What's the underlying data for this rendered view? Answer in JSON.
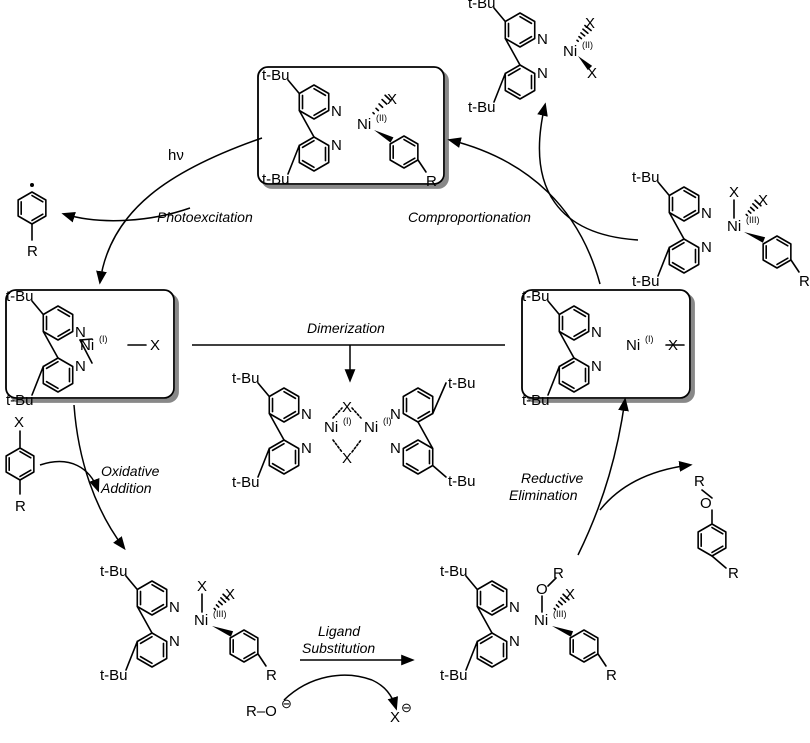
{
  "labels": {
    "tbu": "t-Bu",
    "n": "N",
    "x": "X",
    "r": "R",
    "o": "O",
    "ni": "Ni",
    "ox1": "(I)",
    "ox2": "(II)",
    "ox3": "(III)",
    "hv": "hν",
    "ro_minus": "R–O",
    "minus": "⊖"
  },
  "steps": {
    "photoexcitation": "Photoexcitation",
    "comproportionation": "Comproportionation",
    "dimerization": "Dimerization",
    "oxidative_1": "Oxidative",
    "oxidative_2": "Addition",
    "reductive_1": "Reductive",
    "reductive_2": "Elimination",
    "ligand_1": "Ligand",
    "ligand_2": "Substitution"
  }
}
